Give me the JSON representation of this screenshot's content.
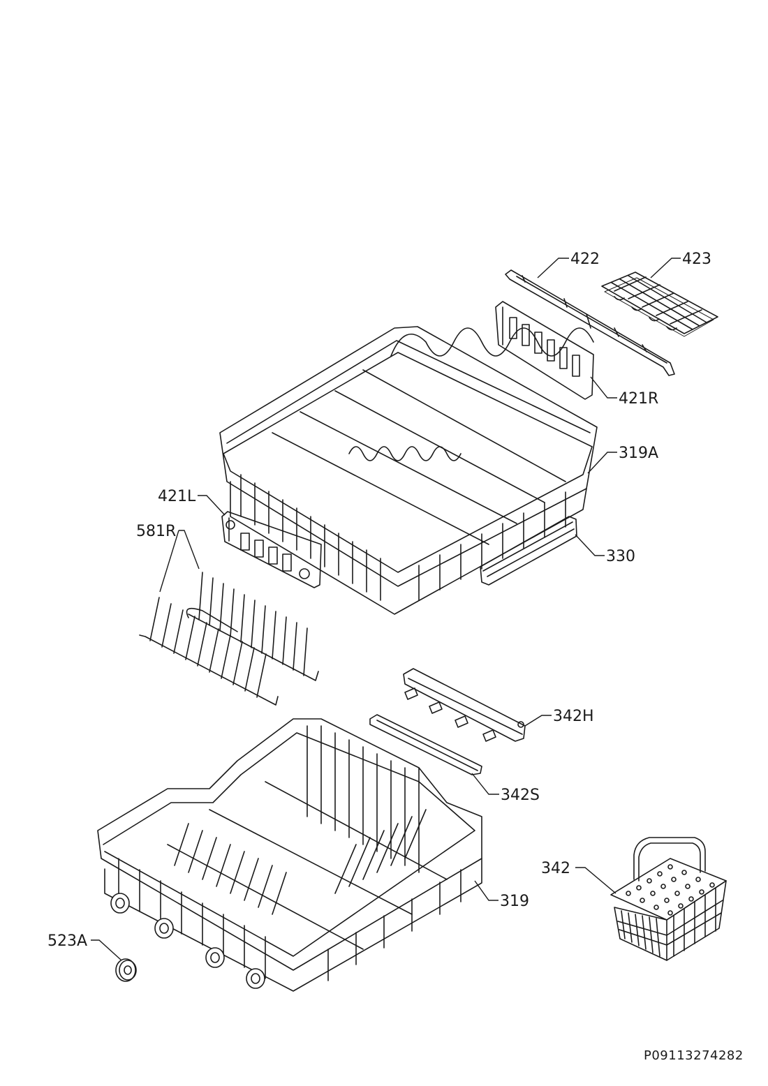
{
  "callouts": {
    "p422": "422",
    "p423": "423",
    "p421R": "421R",
    "p319A": "319A",
    "p421L": "421L",
    "p581R": "581R",
    "p330": "330",
    "p342H": "342H",
    "p342S": "342S",
    "p342": "342",
    "p319": "319",
    "p523A": "523A"
  },
  "document_code": "P09113274282"
}
